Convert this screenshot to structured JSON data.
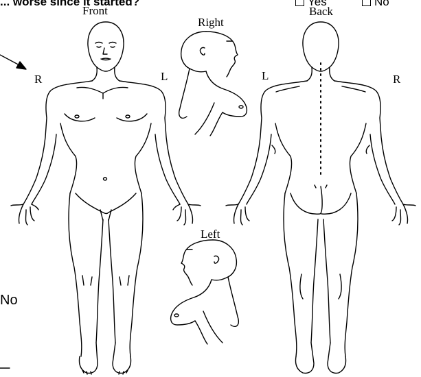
{
  "question": "... worse since it started?",
  "options": {
    "yes": "Yes",
    "no": "No"
  },
  "labels": {
    "front": "Front",
    "right": "Right",
    "back": "Back",
    "left": "Left",
    "front_right_side": "R",
    "front_left_side": "L",
    "back_left_side": "L",
    "back_right_side": "R"
  },
  "margin_text": {
    "no": "No"
  }
}
